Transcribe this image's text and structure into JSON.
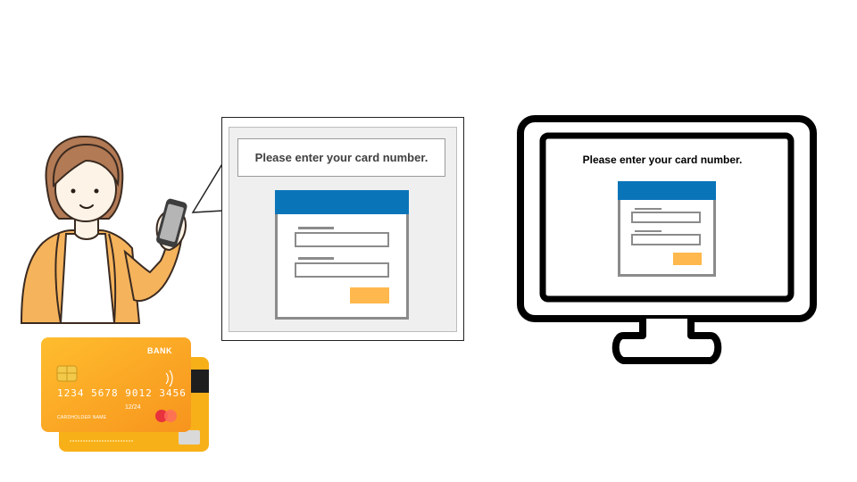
{
  "phone_screen": {
    "message": "Please enter your card number."
  },
  "monitor_screen": {
    "message": "Please enter your card number."
  },
  "credit_card": {
    "bank": "BANK",
    "number": "1234 5678 9012 3456",
    "expiry": "12/24",
    "holder": "CARDHOLDER NAME"
  },
  "colors": {
    "form_header": "#0a74b9",
    "submit": "#ffb84d",
    "card": "#fba316",
    "jacket": "#f5b35c"
  },
  "icons": [
    "person-icon",
    "smartphone-icon",
    "monitor-icon",
    "credit-card-icon"
  ]
}
